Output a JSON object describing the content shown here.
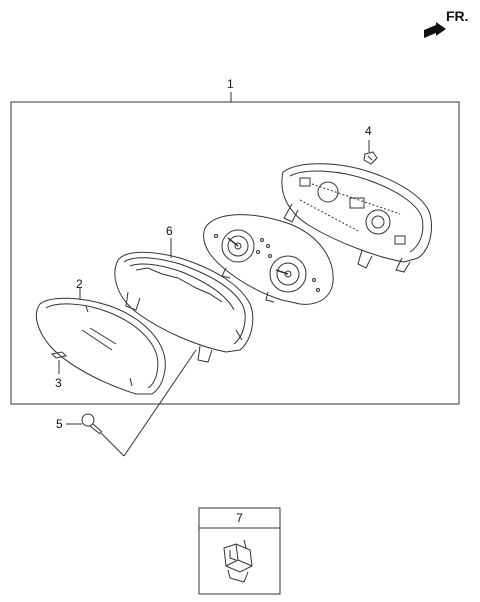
{
  "direction": {
    "label": "FR."
  },
  "callouts": {
    "assembly": "1",
    "lens": "2",
    "clip": "3",
    "bulb": "4",
    "socket_bulb": "5",
    "case": "6",
    "connector_kit": "7"
  },
  "colors": {
    "line": "#333333",
    "background": "#ffffff"
  }
}
